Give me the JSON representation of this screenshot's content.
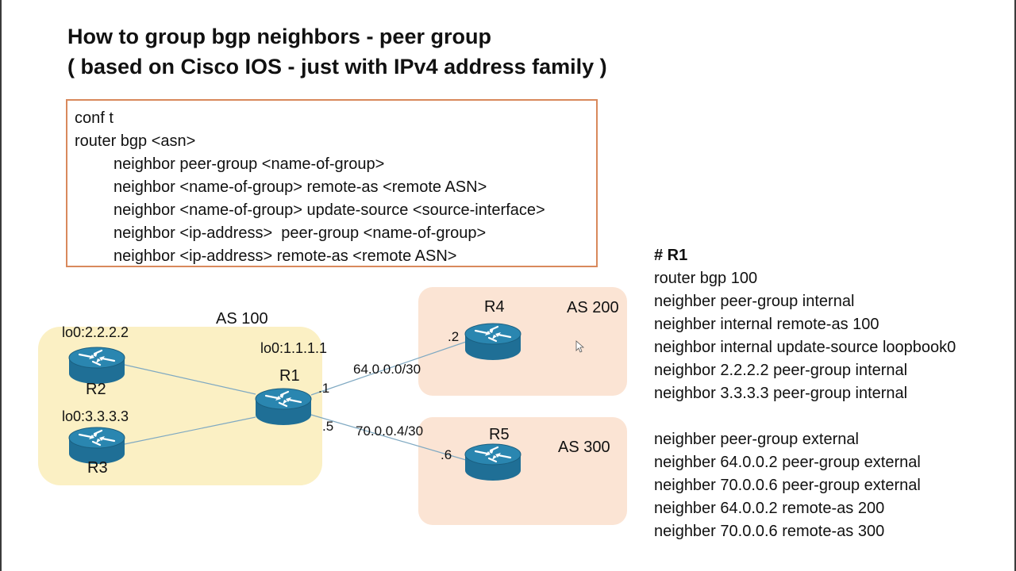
{
  "title": {
    "line1": "How to group bgp neighbors - peer group",
    "line2": "( based on Cisco IOS - just with IPv4 address family )"
  },
  "command_template": [
    "conf t",
    "router bgp <asn>",
    "neighbor peer-group <name-of-group>",
    "neighbor <name-of-group> remote-as <remote ASN>",
    "neighbor <name-of-group> update-source <source-interface>",
    "neighbor <ip-address>  peer-group <name-of-group>",
    "neighbor <ip-address> remote-as <remote ASN>"
  ],
  "config": {
    "heading": "# R1",
    "internal_lines": [
      "router bgp 100",
      "neighber peer-group internal",
      "neighber internal remote-as 100",
      "neighbor internal update-source loopbook0",
      "neighbor 2.2.2.2 peer-group internal",
      "neighbor 3.3.3.3 peer-group internal"
    ],
    "external_lines": [
      "neighber peer-group external",
      "neighber 64.0.0.2 peer-group external",
      "neighber 70.0.0.6 peer-group external",
      "neighber 64.0.0.2 remote-as 200",
      "neighber 70.0.0.6 remote-as 300"
    ]
  },
  "diagram": {
    "zones": {
      "as100": "AS 100",
      "as200": "AS 200",
      "as300": "AS 300"
    },
    "routers": {
      "r1": {
        "name": "R1",
        "loopback": "lo0:1.1.1.1"
      },
      "r2": {
        "name": "R2",
        "loopback": "lo0:2.2.2.2"
      },
      "r3": {
        "name": "R3",
        "loopback": "lo0:3.3.3.3"
      },
      "r4": {
        "name": "R4"
      },
      "r5": {
        "name": "R5"
      }
    },
    "links": {
      "r1_r4": {
        "subnet": "64.0.0.0/30",
        "r1_side": ".1",
        "r4_side": ".2"
      },
      "r1_r5": {
        "subnet": "70.0.0.4/30",
        "r1_side": ".5",
        "r5_side": ".6"
      }
    },
    "colors": {
      "as100_fill": "#fbf0c4",
      "external_fill": "#fbe4d4",
      "router_body": "#1f6f96",
      "router_top": "#2a86b0",
      "link_line": "#7fa9c2",
      "box_border": "#d9895c"
    }
  }
}
